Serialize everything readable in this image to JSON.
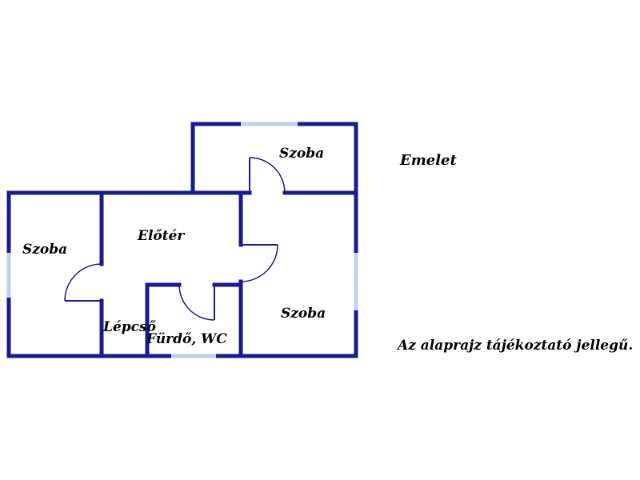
{
  "floor_label": "Emelet",
  "note": "Az alaprajz tájékoztató jellegű.",
  "rooms": {
    "szoba_left": "Szoba",
    "szoba_top": "Szoba",
    "szoba_right": "Szoba",
    "eloter": "Előtér",
    "lepcso": "Lépcső",
    "furdo": "Fürdő, WC"
  },
  "colors": {
    "wall": "#1a1a8c",
    "window": "#b8d4ec",
    "background": "#ffffff"
  }
}
